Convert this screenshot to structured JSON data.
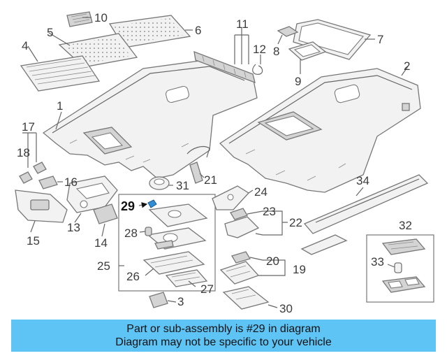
{
  "diagram": {
    "callouts": [
      "1",
      "2",
      "3",
      "4",
      "5",
      "6",
      "7",
      "8",
      "9",
      "10",
      "11",
      "12",
      "13",
      "14",
      "15",
      "16",
      "17",
      "18",
      "19",
      "20",
      "21",
      "22",
      "23",
      "24",
      "25",
      "26",
      "27",
      "28",
      "29",
      "30",
      "31",
      "32",
      "33",
      "34"
    ],
    "highlighted_part": "29"
  },
  "banner": {
    "line1": "Part or sub-assembly is #29 in diagram",
    "line2": "Diagram may not be specific to your vehicle",
    "color": "#5dc4f5"
  }
}
